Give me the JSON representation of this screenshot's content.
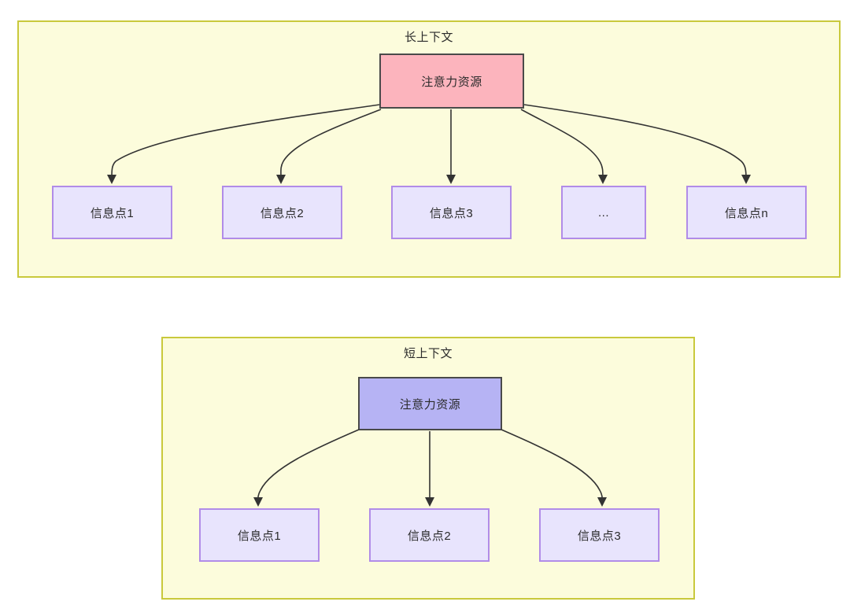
{
  "diagram": {
    "type": "flow-diagram",
    "background_color": "#ffffff",
    "panels": [
      {
        "id": "long-context",
        "title": "长上下文",
        "fill_color": "#fcfcdc",
        "border_color": "#c9c93c",
        "root": {
          "label": "注意力资源",
          "fill_color": "#fcb4bd",
          "border_color": "#4a4a4a"
        },
        "children": [
          {
            "label": "信息点1",
            "fill_color": "#e8e4fd",
            "border_color": "#b18ce8"
          },
          {
            "label": "信息点2",
            "fill_color": "#e8e4fd",
            "border_color": "#b18ce8"
          },
          {
            "label": "信息点3",
            "fill_color": "#e8e4fd",
            "border_color": "#b18ce8"
          },
          {
            "label": "...",
            "fill_color": "#e8e4fd",
            "border_color": "#b18ce8"
          },
          {
            "label": "信息点n",
            "fill_color": "#e8e4fd",
            "border_color": "#b18ce8"
          }
        ]
      },
      {
        "id": "short-context",
        "title": "短上下文",
        "fill_color": "#fcfcdc",
        "border_color": "#c9c93c",
        "root": {
          "label": "注意力资源",
          "fill_color": "#b6b3f4",
          "border_color": "#4a4a4a"
        },
        "children": [
          {
            "label": "信息点1",
            "fill_color": "#e8e4fd",
            "border_color": "#b18ce8"
          },
          {
            "label": "信息点2",
            "fill_color": "#e8e4fd",
            "border_color": "#b18ce8"
          },
          {
            "label": "信息点3",
            "fill_color": "#e8e4fd",
            "border_color": "#b18ce8"
          }
        ]
      }
    ],
    "edge_color": "#333333"
  }
}
